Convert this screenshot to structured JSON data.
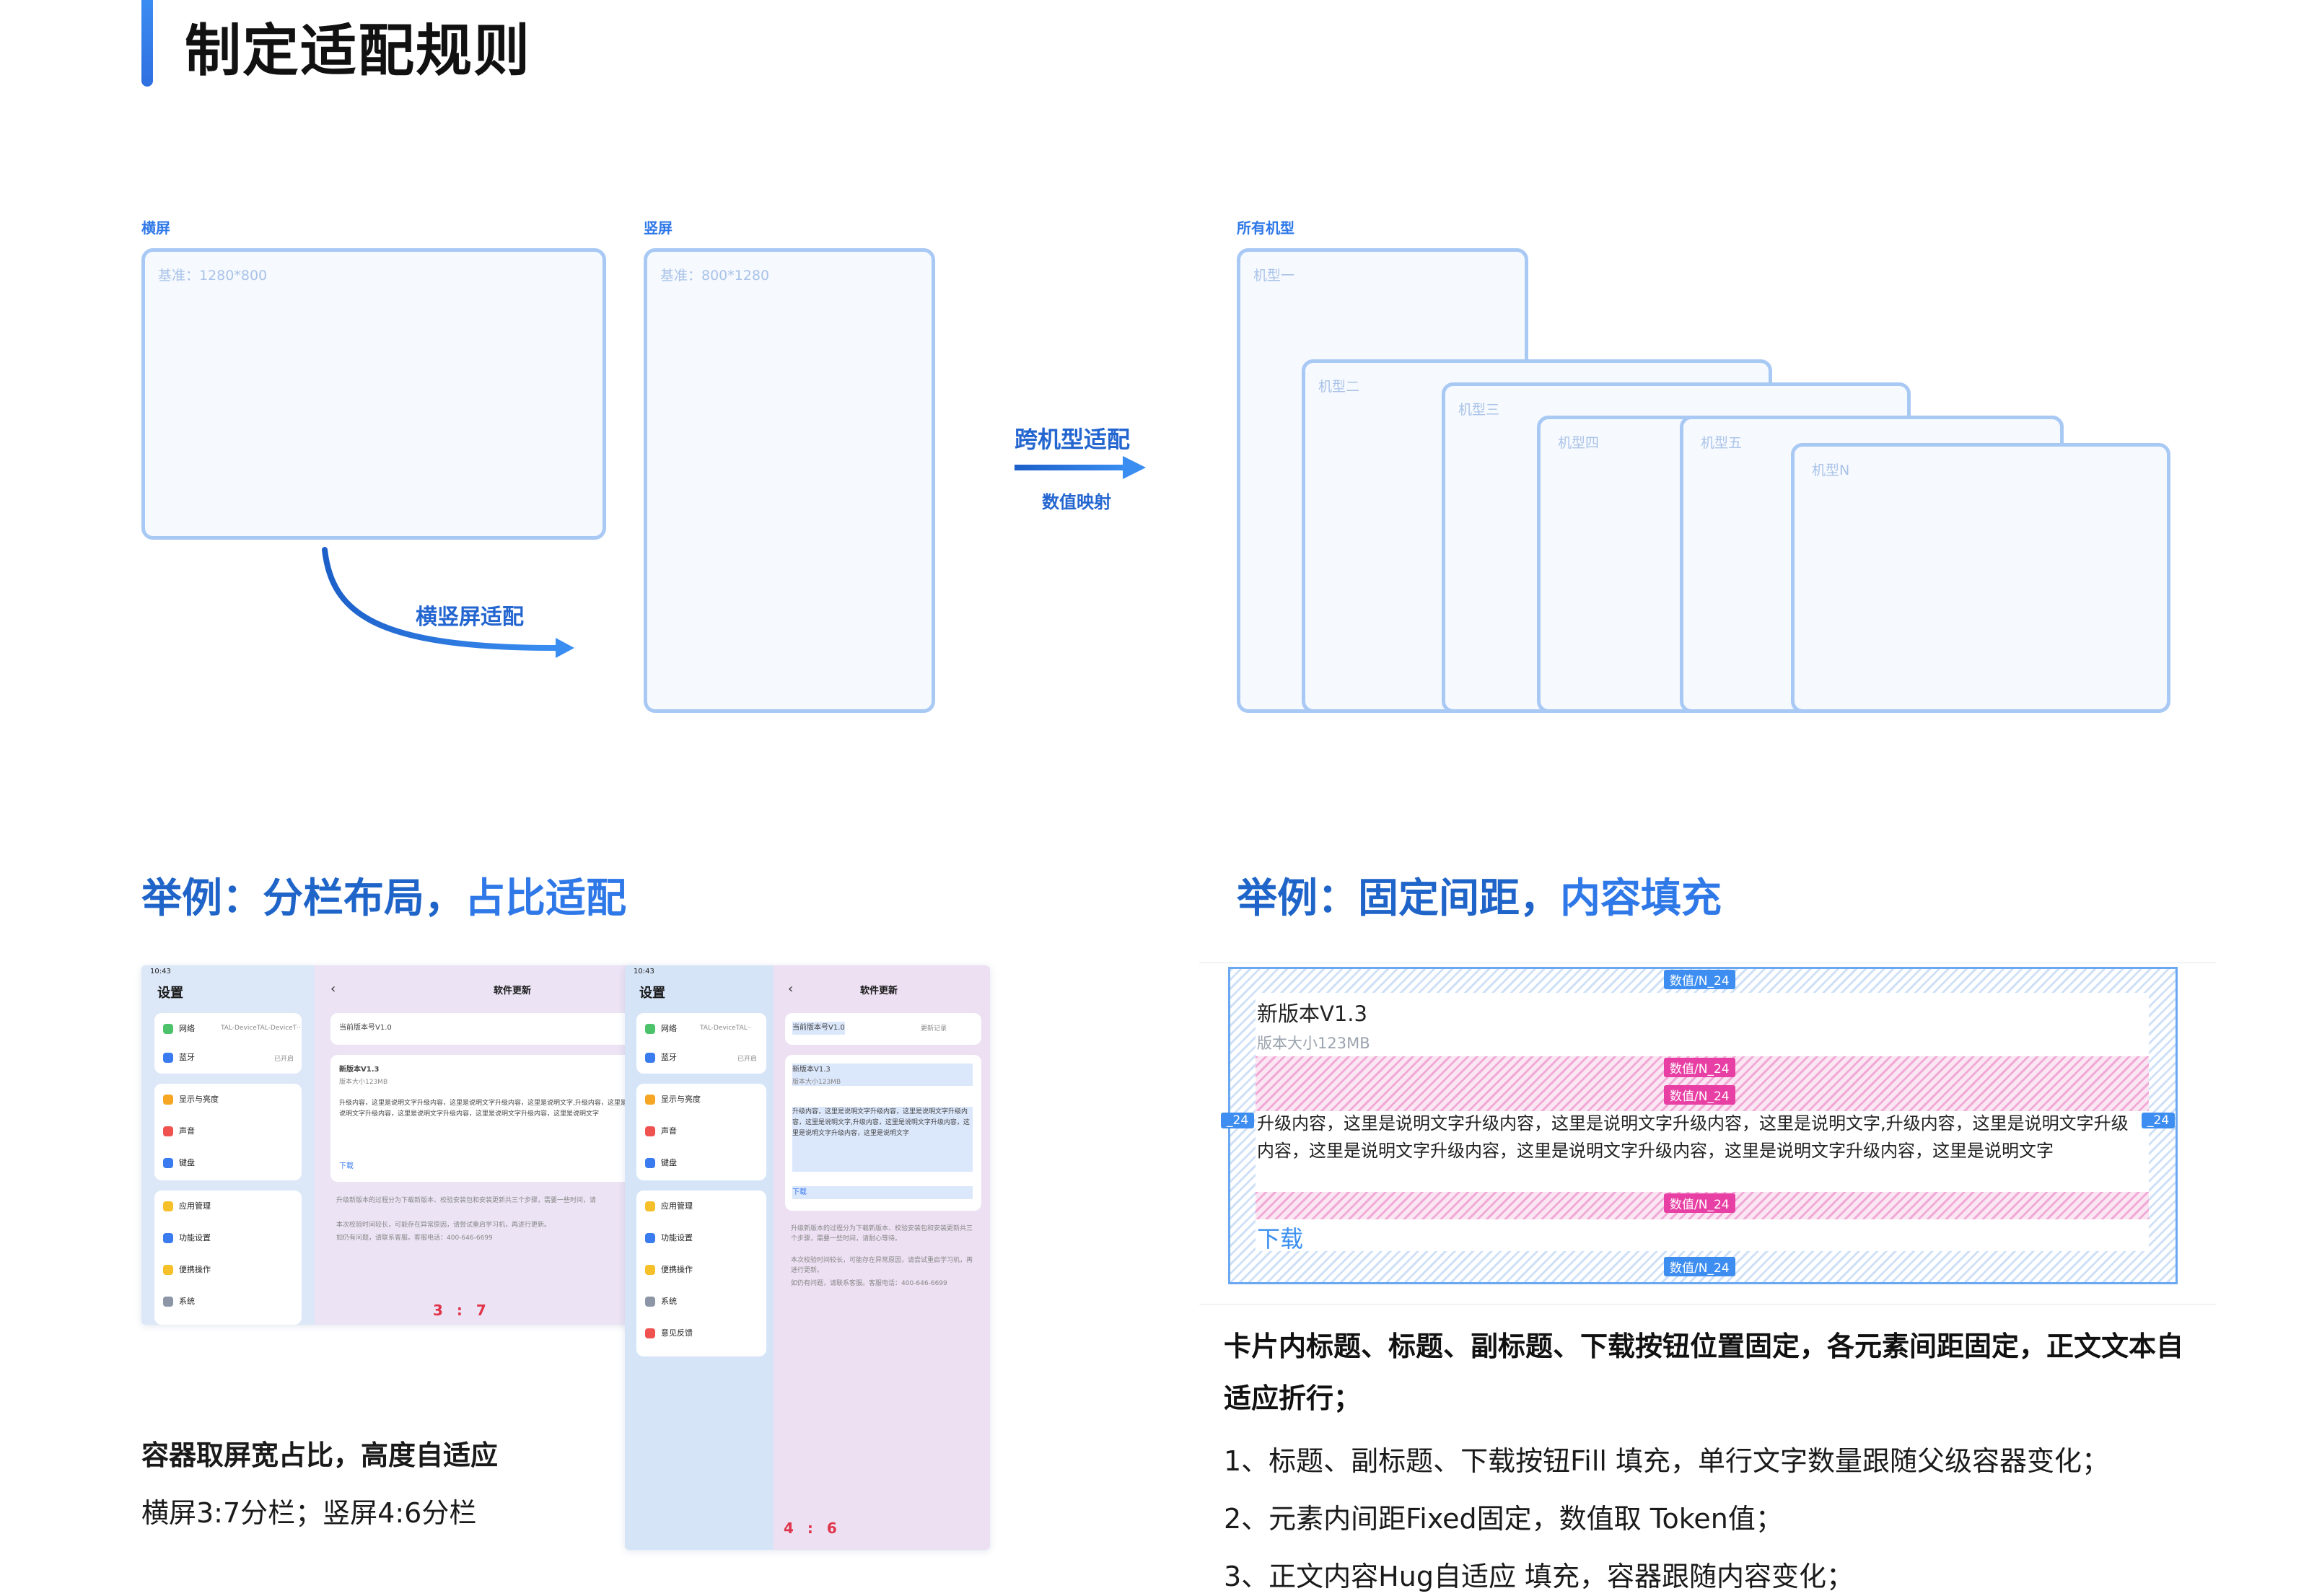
{
  "page_title": "制定适配规则",
  "top": {
    "landscape": {
      "label": "横屏",
      "base": "基准：1280*800"
    },
    "portrait": {
      "label": "竖屏",
      "base": "基准：800*1280"
    },
    "rotate_arrow_label": "横竖屏适配",
    "cross_model": {
      "label": "跨机型适配",
      "sub": "数值映射"
    },
    "all_models": {
      "label": "所有机型",
      "models": [
        "机型一",
        "机型二",
        "机型三",
        "机型四",
        "机型五",
        "机型N"
      ]
    }
  },
  "example_left": {
    "head_prefix": "举例：分栏布局，",
    "head_suffix": "占比适配",
    "tablet_landscape": {
      "time": "10:43",
      "sidebar_title": "设置",
      "group1": [
        {
          "label": "网络",
          "value": "TAL-DeviceTAL-DeviceT··",
          "color": "#4cc36a"
        },
        {
          "label": "蓝牙",
          "value": "已开启",
          "color": "#3a7bf0"
        }
      ],
      "group2": [
        {
          "label": "显示与亮度",
          "color": "#f6a623"
        },
        {
          "label": "声音",
          "color": "#f0524f"
        },
        {
          "label": "键盘",
          "color": "#3a7bf0"
        }
      ],
      "group3": [
        {
          "label": "应用管理",
          "color": "#f6c02a"
        },
        {
          "label": "功能设置",
          "color": "#3a7bf0"
        },
        {
          "label": "便携操作",
          "color": "#f6c02a"
        },
        {
          "label": "系统",
          "color": "#8c96a6"
        }
      ],
      "detail_title": "软件更新",
      "current_version": "当前版本号V1.0",
      "new_version": "新版本V1.3",
      "size": "版本大小123MB",
      "desc": "升级内容，这里是说明文字升级内容，这里是说明文字升级内容，这里是说明文字,升级内容，这里是说明文字升级内容，这里是说明文字升级内容，这里是说明文字升级内容，这里是说明文字",
      "download": "下载",
      "note1": "升级新版本的过程分为下载新版本、校验安装包和安装更新共三个步骤，需要一些时间，请",
      "note2": "本次校验时间较长，可能存在异常原因，请尝试重启学习机，再进行更新。",
      "note3": "如仍有问题，请联系客服。客服电话：400-646-6699",
      "ratio": "3 : 7"
    },
    "tablet_portrait": {
      "time": "10:43",
      "sidebar_title": "设置",
      "group1": [
        {
          "label": "网络",
          "value": "TAL-DeviceTAL··",
          "color": "#4cc36a"
        },
        {
          "label": "蓝牙",
          "value": "已开启",
          "color": "#3a7bf0"
        }
      ],
      "group2": [
        {
          "label": "显示与亮度",
          "color": "#f6a623"
        },
        {
          "label": "声音",
          "color": "#f0524f"
        },
        {
          "label": "键盘",
          "color": "#3a7bf0"
        }
      ],
      "group3": [
        {
          "label": "应用管理",
          "color": "#f6c02a"
        },
        {
          "label": "功能设置",
          "color": "#3a7bf0"
        },
        {
          "label": "便携操作",
          "color": "#f6c02a"
        },
        {
          "label": "系统",
          "color": "#8c96a6"
        },
        {
          "label": "意见反馈",
          "color": "#f0524f"
        }
      ],
      "detail_title": "软件更新",
      "current_version": "当前版本号V1.0",
      "update_log": "更新记录",
      "new_version": "新版本V1.3",
      "size": "版本大小123MB",
      "desc": "升级内容，这里是说明文字升级内容，这里是说明文字升级内容，这里是说明文字,升级内容，这里是说明文字升级内容，这里是说明文字升级内容，这里是说明文字",
      "download": "下载",
      "note1": "升级新版本的过程分为下载新版本、校验安装包和安装更新共三个步骤，需要一些时间，请耐心等待。",
      "note2": "本次校验时间较长，可能存在异常原因，请尝试重启学习机，再进行更新。",
      "note3": "如仍有问题，请联系客服。客服电话：400-646-6699",
      "ratio": "4 : 6"
    },
    "caption_bold": "容器取屏宽占比，高度自适应",
    "caption": "横屏3:7分栏；竖屏4:6分栏"
  },
  "example_right": {
    "head_prefix": "举例：固定间距，",
    "head_suffix": "内容填充",
    "token_label": "数值/N_24",
    "side_token": "_24",
    "card_title": "新版本V1.3",
    "card_subtitle": "版本大小123MB",
    "card_body": "升级内容，这里是说明文字升级内容，这里是说明文字升级内容，这里是说明文字,升级内容，这里是说明文字升级内容，这里是说明文字升级内容，这里是说明文字升级内容，这里是说明文字升级内容，这里是说明文字",
    "card_download": "下载",
    "desc_bold": "卡片内标题、标题、副标题、下载按钮位置固定，各元素间距固定，正文文本自适应折行；",
    "rules": [
      "1、标题、副标题、下载按钮Fill 填充，单行文字数量跟随父级容器变化；",
      "2、元素内间距Fixed固定，数值取 Token值；",
      "3、正文内容Hug自适应 填充，容器跟随内容变化；"
    ]
  }
}
